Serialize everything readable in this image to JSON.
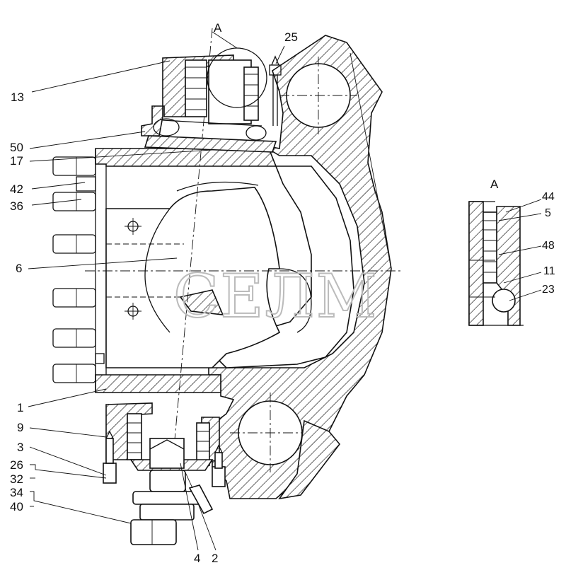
{
  "view_label": "A",
  "detail": {
    "title": "A",
    "callouts": [
      {
        "id": "44",
        "text": "44"
      },
      {
        "id": "5",
        "text": "5"
      },
      {
        "id": "48",
        "text": "48"
      },
      {
        "id": "11",
        "text": "11"
      },
      {
        "id": "23",
        "text": "23"
      }
    ]
  },
  "callouts": {
    "c13": "13",
    "c50": "50",
    "c17": "17",
    "c42": "42",
    "c36": "36",
    "c6": "6",
    "c1": "1",
    "c9": "9",
    "c3": "3",
    "c26": "26",
    "c32": "32",
    "c34": "34",
    "c40": "40",
    "c4": "4",
    "c2": "2",
    "c25": "25"
  },
  "watermark": "СЕЛМ"
}
